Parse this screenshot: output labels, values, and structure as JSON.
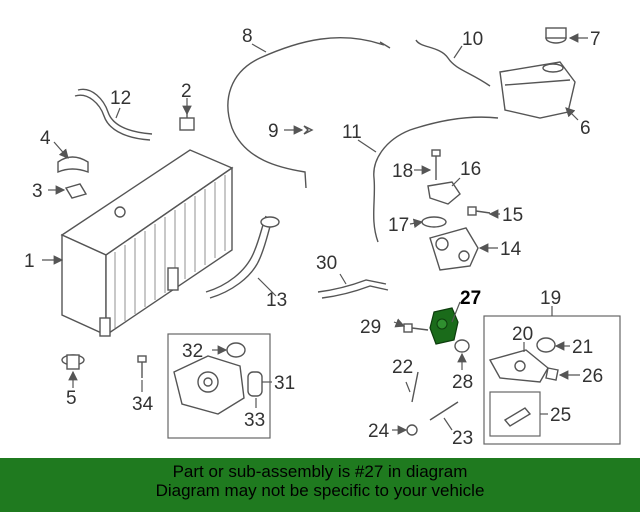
{
  "diagram": {
    "callouts": [
      "1",
      "2",
      "3",
      "4",
      "5",
      "6",
      "7",
      "8",
      "9",
      "10",
      "11",
      "12",
      "13",
      "14",
      "15",
      "16",
      "17",
      "18",
      "19",
      "20",
      "21",
      "22",
      "23",
      "24",
      "25",
      "26",
      "27",
      "28",
      "29",
      "30",
      "31",
      "32",
      "33",
      "34"
    ],
    "highlighted_part": "27",
    "highlight_color": "#1a6b1a"
  },
  "banner": {
    "line1": "Part or sub-assembly is #27 in diagram",
    "line2": "Diagram may not be specific to your vehicle",
    "background": "#1f7a1f"
  }
}
